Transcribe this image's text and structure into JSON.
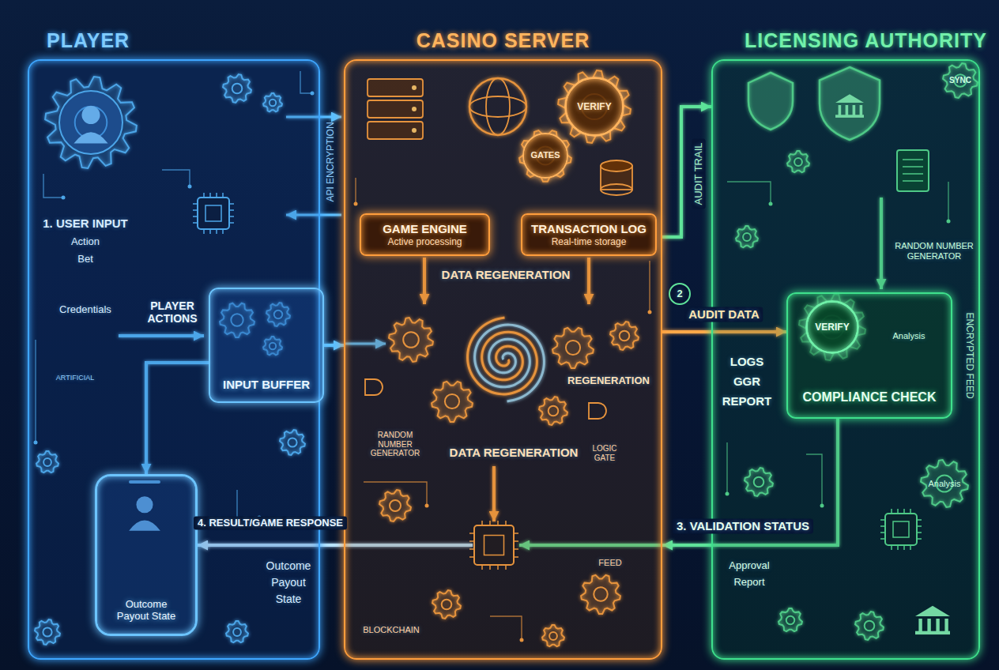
{
  "diagram": {
    "nodes": [
      {
        "text": [
          "PLAYER"
        ]
      },
      {
        "text": [
          "INPUT BUFFER"
        ],
        "in": 0
      },
      {
        "text": [
          "Outcome Payout State"
        ],
        "in": 0
      },
      {
        "text": [
          "CASINO SERVER"
        ]
      },
      {
        "text": [
          "VERIFY"
        ],
        "in": 3
      },
      {
        "text": [
          "GATES"
        ],
        "in": 3
      },
      {
        "text": [
          "GAME ENGINE",
          "Active processing"
        ],
        "in": 3
      },
      {
        "text": [
          "TRANSACTION LOG",
          "Real-time storage"
        ],
        "in": 3
      },
      {
        "text": [
          "LICENSING AUTHORITY"
        ]
      },
      {
        "text": [
          "COMPLIANCE CHECK"
        ],
        "in": 8
      },
      {
        "text": [
          "VERIFY"
        ],
        "in": 9
      }
    ],
    "edges": [
      {
        "from": 1,
        "to": 3,
        "arrow": "to"
      },
      {
        "from": 1,
        "to": 2,
        "arrow": "to"
      },
      {
        "from": 3,
        "to": 9,
        "label": "AUDIT DATA",
        "arrow": "to"
      },
      {
        "from": 3,
        "to": 8,
        "label": "AUDIT TRAIL",
        "arrow": "to"
      },
      {
        "from": 9,
        "to": 3,
        "label": "3. VALIDATION STATUS",
        "arrow": "to"
      },
      {
        "from": 3,
        "to": 2,
        "label": "4. RESULT/GAME RESPONSE",
        "arrow": "to"
      }
    ],
    "labels": [
      "1. USER INPUT",
      "Action",
      "Bet",
      "Credentials",
      "PLAYER ACTIONS",
      "API ENCRYPTION",
      "DATA REGENERATION",
      "REGENERATION",
      "RANDOM NUMBER GENERATOR",
      "DATA REGENERATION",
      "LOGIC GATE",
      "FEED",
      "BLOCKCHAIN",
      "ARTIFICIAL",
      "RANDOM NUMBER GENERATOR",
      "2",
      "LOGS",
      "GGR",
      "REPORT",
      "Analysis",
      "Analysis",
      "SYNC",
      "ENCRYPTED FEED",
      "Approval",
      "Report",
      "Outcome",
      "Payout",
      "State"
    ]
  }
}
